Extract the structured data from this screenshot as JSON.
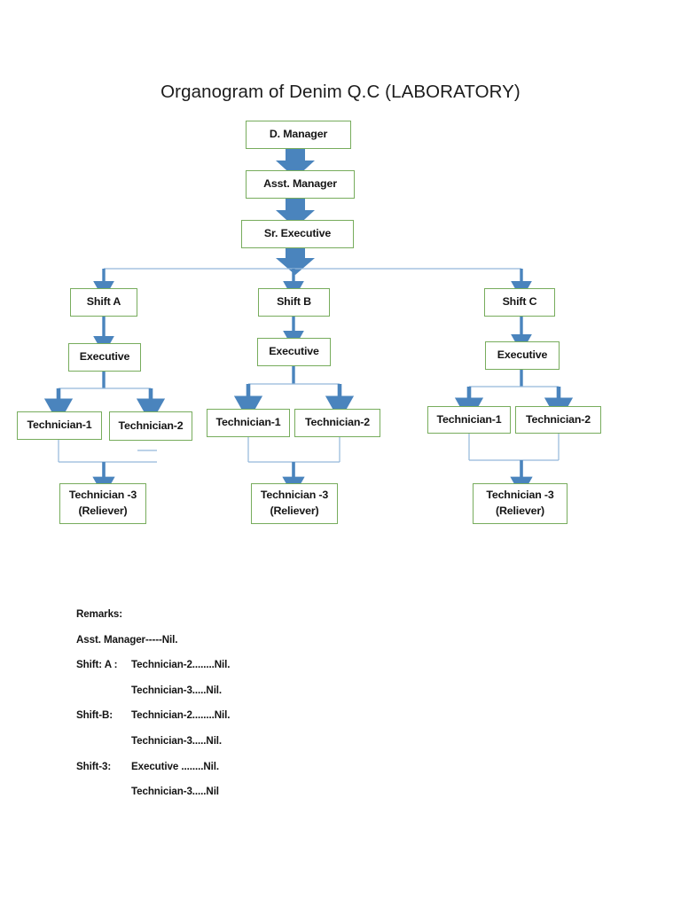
{
  "title": "Organogram of Denim Q.C (LABORATORY)",
  "colors": {
    "box_border": "#77ac5c",
    "arrow_thick": "#4a84bd",
    "connector_thin": "#93b8da",
    "text": "#151515",
    "background": "#ffffff"
  },
  "chart_data": {
    "type": "diagram",
    "title": "Organogram of Denim Q.C (LABORATORY)",
    "nodes": [
      {
        "id": "d-manager",
        "label": "D. Manager",
        "level": 0
      },
      {
        "id": "asst-manager",
        "label": "Asst. Manager",
        "level": 1
      },
      {
        "id": "sr-executive",
        "label": "Sr. Executive",
        "level": 2
      },
      {
        "id": "shift-a",
        "label": "Shift A",
        "level": 3
      },
      {
        "id": "shift-b",
        "label": "Shift B",
        "level": 3
      },
      {
        "id": "shift-c",
        "label": "Shift C",
        "level": 3
      },
      {
        "id": "exec-a",
        "label": "Executive",
        "level": 4
      },
      {
        "id": "exec-b",
        "label": "Executive",
        "level": 4
      },
      {
        "id": "exec-c",
        "label": "Executive",
        "level": 4
      },
      {
        "id": "tech-a1",
        "label": "Technician-1",
        "level": 5
      },
      {
        "id": "tech-a2",
        "label": "Technician-2",
        "level": 5
      },
      {
        "id": "tech-b1",
        "label": "Technician-1",
        "level": 5
      },
      {
        "id": "tech-b2",
        "label": "Technician-2",
        "level": 5
      },
      {
        "id": "tech-c1",
        "label": "Technician-1",
        "level": 5
      },
      {
        "id": "tech-c2",
        "label": "Technician-2",
        "level": 5
      },
      {
        "id": "tech-a3",
        "label_line1": "Technician -3",
        "label_line2": "(Reliever)",
        "level": 6
      },
      {
        "id": "tech-b3",
        "label_line1": "Technician -3",
        "label_line2": "(Reliever)",
        "level": 6
      },
      {
        "id": "tech-c3",
        "label_line1": "Technician -3",
        "label_line2": "(Reliever)",
        "level": 6
      }
    ],
    "edges": [
      {
        "from": "d-manager",
        "to": "asst-manager"
      },
      {
        "from": "asst-manager",
        "to": "sr-executive"
      },
      {
        "from": "sr-executive",
        "to": "shift-a"
      },
      {
        "from": "sr-executive",
        "to": "shift-b"
      },
      {
        "from": "sr-executive",
        "to": "shift-c"
      },
      {
        "from": "shift-a",
        "to": "exec-a"
      },
      {
        "from": "shift-b",
        "to": "exec-b"
      },
      {
        "from": "shift-c",
        "to": "exec-c"
      },
      {
        "from": "exec-a",
        "to": "tech-a1"
      },
      {
        "from": "exec-a",
        "to": "tech-a2"
      },
      {
        "from": "exec-b",
        "to": "tech-b1"
      },
      {
        "from": "exec-b",
        "to": "tech-b2"
      },
      {
        "from": "exec-c",
        "to": "tech-c1"
      },
      {
        "from": "exec-c",
        "to": "tech-c2"
      },
      {
        "from": "tech-a1",
        "to": "tech-a3"
      },
      {
        "from": "tech-a2",
        "to": "tech-a3"
      },
      {
        "from": "tech-b1",
        "to": "tech-b3"
      },
      {
        "from": "tech-b2",
        "to": "tech-b3"
      },
      {
        "from": "tech-c1",
        "to": "tech-c3"
      },
      {
        "from": "tech-c2",
        "to": "tech-c3"
      }
    ]
  },
  "boxes": {
    "d_manager": "D. Manager",
    "asst_manager": "Asst. Manager",
    "sr_executive": "Sr. Executive",
    "shift_a": "Shift A",
    "shift_b": "Shift B",
    "shift_c": "Shift C",
    "executive_a": "Executive",
    "executive_b": "Executive",
    "executive_c": "Executive",
    "tech_a1": "Technician-1",
    "tech_a2": "Technician-2",
    "tech_b1": "Technician-1",
    "tech_b2": "Technician-2",
    "tech_c1": "Technician-1",
    "tech_c2": "Technician-2",
    "tech3_line1": "Technician -3",
    "tech3_line2": "(Reliever)"
  },
  "remarks": {
    "heading": "Remarks:",
    "lines": [
      {
        "label": "Asst. Manager-----Nil.",
        "value": "",
        "indented": false,
        "wide": false
      },
      {
        "label": "Shift: A :",
        "value": "Technician-2........Nil.",
        "indented": false,
        "wide": false
      },
      {
        "label": "",
        "value": "Technician-3.....Nil.",
        "indented": true,
        "wide": false
      },
      {
        "label": "Shift-B:",
        "value": "Technician-2........Nil.",
        "indented": false,
        "wide": true
      },
      {
        "label": "",
        "value": "Technician-3.....Nil.",
        "indented": true,
        "wide": false
      },
      {
        "label": "Shift-3:",
        "value": "Executive ........Nil.",
        "indented": false,
        "wide": true
      },
      {
        "label": "",
        "value": "Technician-3.....Nil",
        "indented": true,
        "wide": false
      }
    ]
  }
}
